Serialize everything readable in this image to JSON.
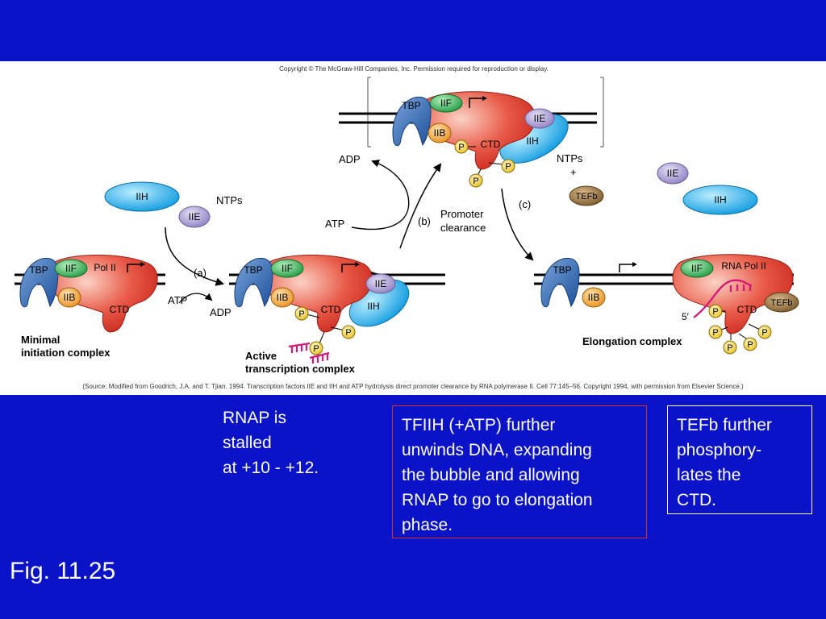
{
  "diagram": {
    "copyright": "Copyright © The McGraw-Hill Companies, Inc. Permission required for reproduction or display.",
    "source": "(Source: Modified from Goodrich, J.A. and T. Tjian. 1994. Transcription factors IIE and IIH and ATP hydrolysis direct promoter clearance by RNA polymerase II. Cell 77:145–56. Copyright 1994, with permission from Elsevier Science.)",
    "factors": {
      "tbp": "TBP",
      "iif": "IIF",
      "iib": "IIB",
      "iie": "IIE",
      "iih": "IIH",
      "pol2": "Pol II",
      "rna_pol2": "RNA Pol II",
      "ctd": "CTD",
      "p": "P",
      "tefb": "TEFb"
    },
    "molecules": {
      "ntps": "NTPs",
      "atp": "ATP",
      "adp": "ADP",
      "plus": "+",
      "five_prime": "5′"
    },
    "steps": {
      "a": "(a)",
      "b": "(b)",
      "c": "(c)"
    },
    "promoter_clearance": [
      "Promoter",
      "clearance"
    ],
    "complexes": {
      "minimal": [
        "Minimal",
        "initiation complex"
      ],
      "active": [
        "Active",
        "transcription complex"
      ],
      "elongation": "Elongation complex"
    }
  },
  "notes": {
    "stalled": [
      "RNAP is",
      "stalled",
      "at +10 - +12."
    ],
    "tfiih": [
      "TFIIH (+ATP) further",
      "unwinds DNA, expanding",
      "the bubble and allowing",
      "RNAP to go to elongation",
      "phase."
    ],
    "tefb": [
      "TEFb further",
      "phosphory-",
      "lates the",
      "CTD."
    ]
  },
  "figure_label": "Fig. 11.25",
  "colors": {
    "background": "#0b13c9",
    "panel": "#ffffff",
    "pol": "#e3382c",
    "tbp": "#2e64b3",
    "iif": "#2fa84a",
    "iib": "#f0a030",
    "iie": "#a99bd0",
    "iih": "#19a8e8",
    "p": "#f2d33a",
    "tefb": "#8a6a3a",
    "rna": "#d6167a"
  }
}
